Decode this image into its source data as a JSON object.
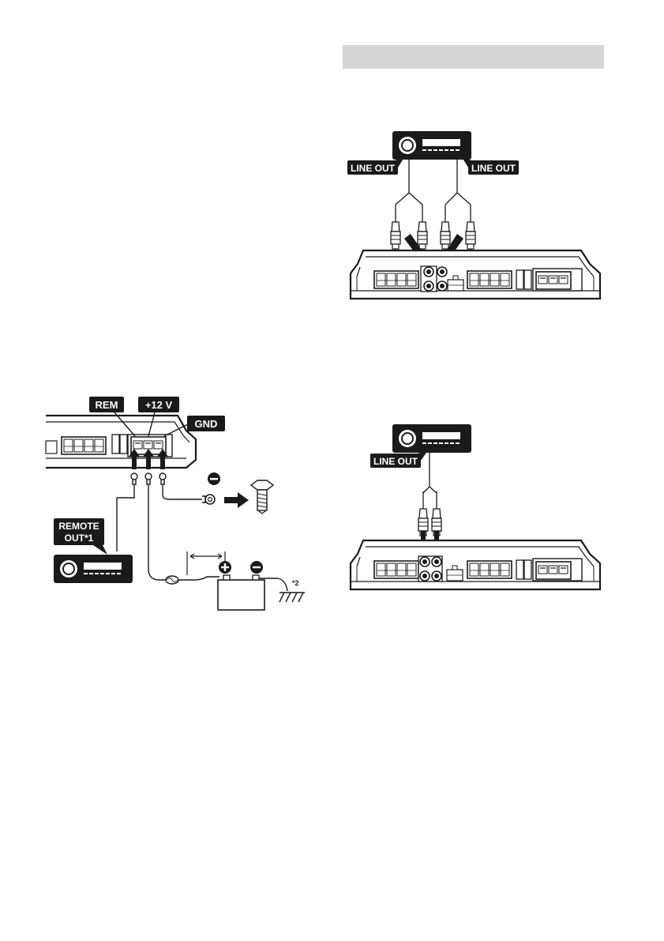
{
  "labels": {
    "rem": "REM",
    "plus12v": "+12 V",
    "gnd": "GND",
    "remote_out": [
      "REMOTE",
      "OUT*1"
    ],
    "note2": "*2",
    "line_out_left": "LINE OUT",
    "line_out_right": "LINE OUT",
    "line_out_single": "LINE OUT"
  },
  "colors": {
    "ink": "#1a1a1a",
    "section_bar": "#d6d6d6",
    "label_bg": "#1a1a1a",
    "label_text": "#ffffff"
  },
  "icons": [
    "head-unit-icon",
    "amplifier-icon",
    "rca-plug-icon",
    "bolt-icon",
    "battery-icon",
    "fuse-icon",
    "ground-icon",
    "ring-terminal-icon",
    "arrow-icon"
  ]
}
